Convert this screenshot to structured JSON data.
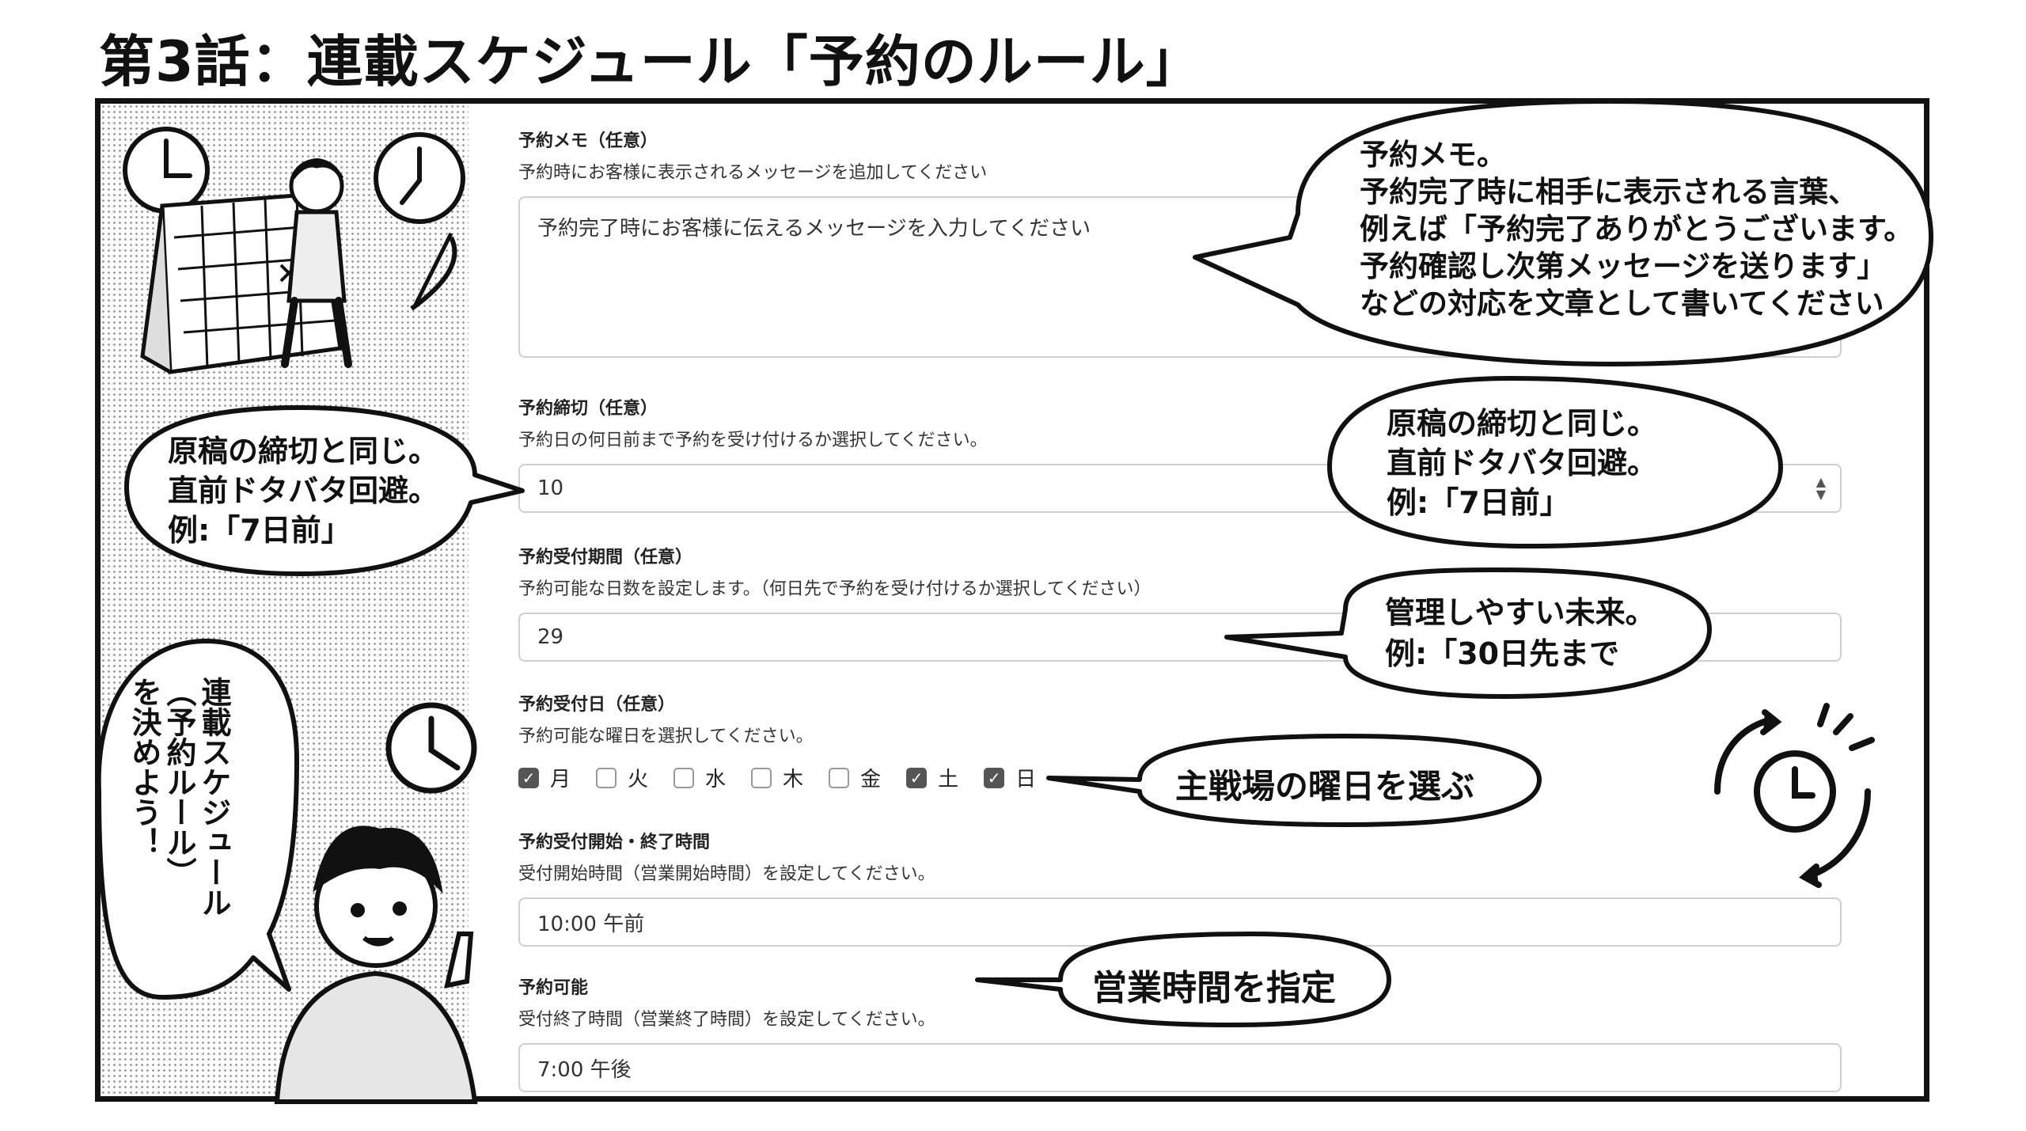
{
  "title": "第3話：連載スケジュール「予約のルール」",
  "form": {
    "memo": {
      "label": "予約メモ（任意）",
      "help": "予約時にお客様に表示されるメッセージを追加してください",
      "placeholder": "予約完了時にお客様に伝えるメッセージを入力してください"
    },
    "deadline": {
      "label": "予約締切（任意）",
      "help": "予約日の何日前まで予約を受け付けるか選択してください。",
      "value": "10"
    },
    "period": {
      "label": "予約受付期間（任意）",
      "help": "予約可能な日数を設定します。（何日先で予約を受け付けるか選択してください）",
      "value": "29"
    },
    "weekdays": {
      "label": "予約受付日（任意）",
      "help": "予約可能な曜日を選択してください。",
      "days": [
        {
          "label": "月",
          "checked": true
        },
        {
          "label": "火",
          "checked": false
        },
        {
          "label": "水",
          "checked": false
        },
        {
          "label": "木",
          "checked": false
        },
        {
          "label": "金",
          "checked": false
        },
        {
          "label": "土",
          "checked": true
        },
        {
          "label": "日",
          "checked": true
        }
      ]
    },
    "start": {
      "label": "予約受付開始・終了時間",
      "help": "受付開始時間（営業開始時間）を設定してください。",
      "value": "10:00 午前"
    },
    "end": {
      "label": "予約可能",
      "help": "受付終了時間（営業終了時間）を設定してください。",
      "value": "7:00 午後"
    }
  },
  "bubbles": {
    "memo": [
      "予約メモ。",
      "予約完了時に相手に表示される言葉、",
      "例えば「予約完了ありがとうございます。",
      "予約確認し次第メッセージを送ります」",
      "などの対応を文章として書いてください"
    ],
    "deadline_left": [
      "原稿の締切と同じ。",
      "直前ドタバタ回避。",
      "例:「7日前」"
    ],
    "deadline_right": [
      "原稿の締切と同じ。",
      "直前ドタバタ回避。",
      "例:「7日前」"
    ],
    "period": [
      "管理しやすい未来。",
      "例:「30日先まで"
    ],
    "weekdays": "主戦場の曜日を選ぶ",
    "hours": "営業時間を指定",
    "vertical": [
      "連載スケジュール",
      "（予約ルール）",
      "を決めよう！"
    ]
  },
  "colors": {
    "ink": "#111111",
    "field_border": "#cfcfcf",
    "checked": "#555555",
    "tone": "#9a9a9a"
  },
  "icons": [
    "clock-icon",
    "calendar-icon",
    "stopwatch-refresh-icon",
    "checkbox-check-icon",
    "spinner-arrows-icon"
  ]
}
